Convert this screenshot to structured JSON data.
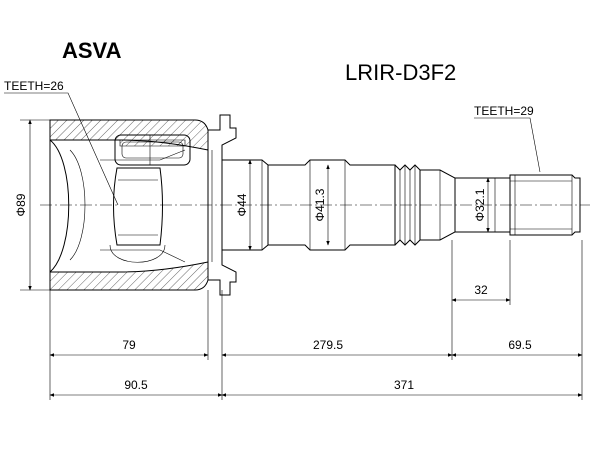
{
  "header": {
    "brand": "ASVA",
    "part_number": "LRIR-D3F2"
  },
  "labels": {
    "teeth_inner": "TEETH=26",
    "teeth_outer": "TEETH=29"
  },
  "diameters": {
    "housing": "Φ89",
    "shaft": "Φ44",
    "mid": "Φ41.3",
    "spline": "Φ32.1"
  },
  "lengths": {
    "housing_body": "79",
    "housing_total": "90.5",
    "shaft_mid": "279.5",
    "spline_section": "69.5",
    "spline_length": "32",
    "overall": "371"
  }
}
